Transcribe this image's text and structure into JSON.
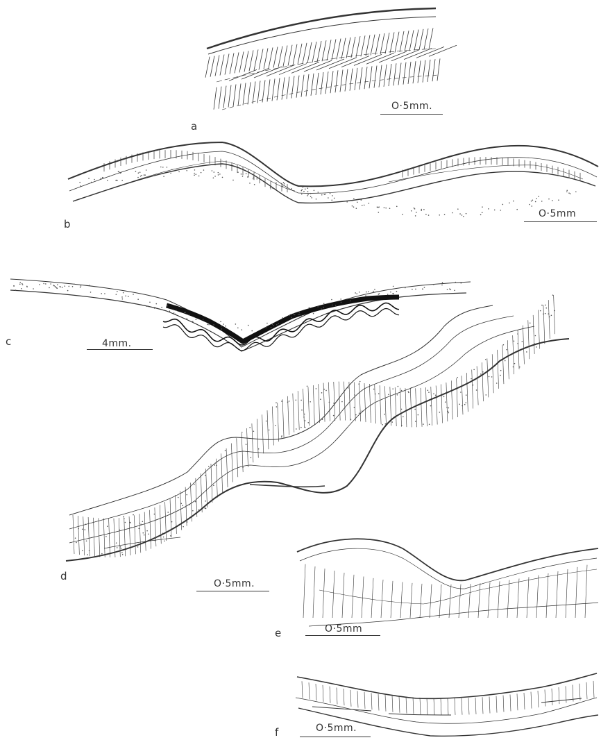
{
  "panels": [
    {
      "id": "a",
      "letter": "a",
      "scale": "O·5mm."
    },
    {
      "id": "b",
      "letter": "b",
      "scale": "O·5mm"
    },
    {
      "id": "c",
      "letter": "c",
      "scale": "4mm."
    },
    {
      "id": "d",
      "letter": "d",
      "scale": "O·5mm."
    },
    {
      "id": "e",
      "letter": "e",
      "scale": "O·5mm"
    },
    {
      "id": "f",
      "letter": "f",
      "scale": "O·5mm."
    }
  ]
}
